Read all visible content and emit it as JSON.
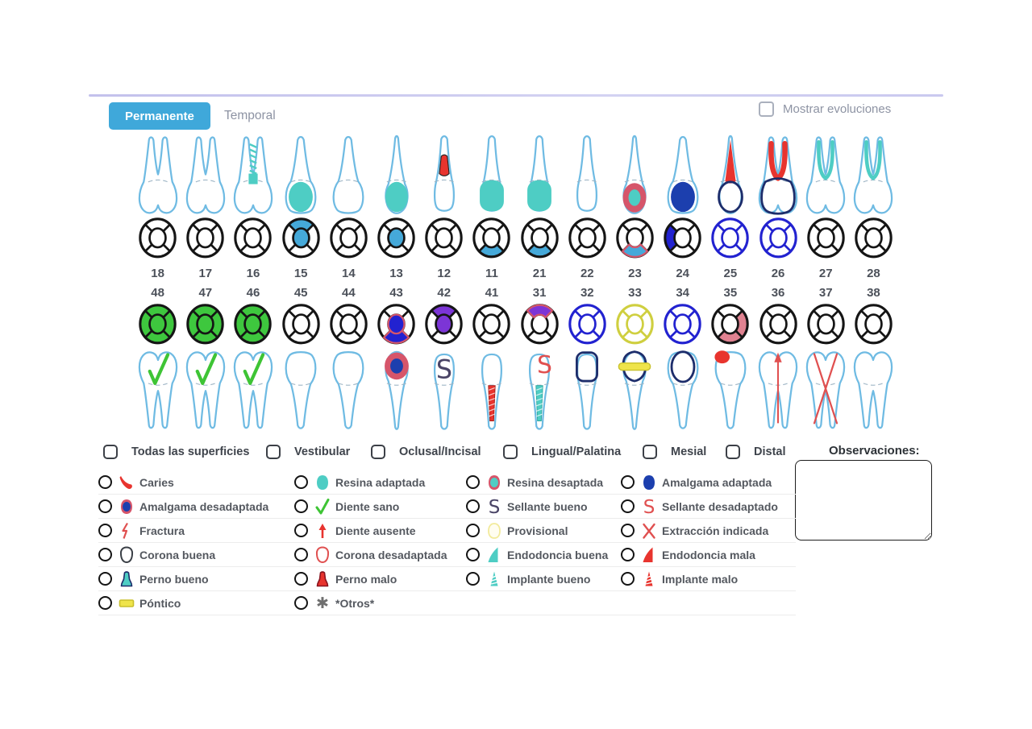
{
  "header": {
    "tab_active": "Permanente",
    "tab_inactive": "Temporal",
    "show_evolutions_label": "Mostrar evoluciones",
    "show_evolutions_checked": false
  },
  "surfaces": {
    "items": [
      "Todas las superficies",
      "Vestibular",
      "Oclusal/Incisal",
      "Lingual/Palatina",
      "Mesial",
      "Distal"
    ],
    "checked": [
      false,
      false,
      false,
      false,
      false,
      false
    ]
  },
  "observations": {
    "label": "Observaciones:",
    "value": ""
  },
  "legend": {
    "selected": null,
    "items": [
      {
        "id": "caries",
        "label": "Caries",
        "icon": "caries"
      },
      {
        "id": "resina-adaptada",
        "label": "Resina adaptada",
        "icon": "blob-teal"
      },
      {
        "id": "resina-desaptada",
        "label": "Resina desaptada",
        "icon": "blob-red-teal"
      },
      {
        "id": "amalgama-adaptada",
        "label": "Amalgama adaptada",
        "icon": "blob-navy"
      },
      {
        "id": "amalgama-desadaptada",
        "label": "Amalgama desadaptada",
        "icon": "blob-red-navy"
      },
      {
        "id": "diente-sano",
        "label": "Diente sano",
        "icon": "check-green"
      },
      {
        "id": "sellante-bueno",
        "label": "Sellante bueno",
        "icon": "s-slate"
      },
      {
        "id": "sellante-desadaptado",
        "label": "Sellante desadaptado",
        "icon": "s-red"
      },
      {
        "id": "fractura",
        "label": "Fractura",
        "icon": "lightning-red"
      },
      {
        "id": "diente-ausente",
        "label": "Diente ausente",
        "icon": "arrow-up-red"
      },
      {
        "id": "provisional",
        "label": "Provisional",
        "icon": "blob-yellow-outline"
      },
      {
        "id": "extraccion-indicada",
        "label": "Extracción indicada",
        "icon": "x-red"
      },
      {
        "id": "corona-buena",
        "label": "Corona buena",
        "icon": "crown-outline-dark"
      },
      {
        "id": "corona-desadaptada",
        "label": "Corona desadaptada",
        "icon": "crown-outline-red"
      },
      {
        "id": "endodoncia-buena",
        "label": "Endodoncia buena",
        "icon": "sail-teal"
      },
      {
        "id": "endodoncia-mala",
        "label": "Endodoncia mala",
        "icon": "sail-red"
      },
      {
        "id": "perno-bueno",
        "label": "Perno bueno",
        "icon": "post-teal"
      },
      {
        "id": "perno-malo",
        "label": "Perno malo",
        "icon": "post-red"
      },
      {
        "id": "implante-bueno",
        "label": "Implante bueno",
        "icon": "screw-teal"
      },
      {
        "id": "implante-malo",
        "label": "Implante malo",
        "icon": "screw-red"
      },
      {
        "id": "pontico",
        "label": "Póntico",
        "icon": "bar-yellow"
      },
      {
        "id": "otros",
        "label": "*Otros*",
        "icon": "asterisk-gray"
      }
    ]
  },
  "chart_data": {
    "type": "odontogram",
    "dentition": "permanente",
    "upper_numbers": [
      "18",
      "17",
      "16",
      "15",
      "14",
      "13",
      "12",
      "11",
      "21",
      "22",
      "23",
      "24",
      "25",
      "26",
      "27",
      "28"
    ],
    "lower_numbers": [
      "48",
      "47",
      "46",
      "45",
      "44",
      "43",
      "42",
      "41",
      "31",
      "32",
      "33",
      "34",
      "35",
      "36",
      "37",
      "38"
    ],
    "teeth": [
      {
        "u": "18",
        "l": "48",
        "shape_u": "molar",
        "shape_l": "molar",
        "marks_u": [],
        "circle_u": {},
        "circle_l": {
          "all": "green"
        },
        "marks_l": [
          "check-green"
        ]
      },
      {
        "u": "17",
        "l": "47",
        "shape_u": "molar",
        "shape_l": "molar",
        "marks_u": [],
        "circle_u": {},
        "circle_l": {
          "all": "green"
        },
        "marks_l": [
          "check-green"
        ]
      },
      {
        "u": "16",
        "l": "46",
        "shape_u": "molar",
        "shape_l": "molar",
        "marks_u": [
          "endo-hatch-teal"
        ],
        "circle_u": {},
        "circle_l": {
          "all": "green"
        },
        "marks_l": [
          "check-green"
        ]
      },
      {
        "u": "15",
        "l": "45",
        "shape_u": "premolar",
        "shape_l": "premolar",
        "marks_u": [
          "crown-teal"
        ],
        "circle_u": {
          "center": "ltblue",
          "top": "ltblue"
        },
        "circle_l": {},
        "marks_l": []
      },
      {
        "u": "14",
        "l": "44",
        "shape_u": "premolar",
        "shape_l": "premolar",
        "marks_u": [],
        "circle_u": {},
        "circle_l": {},
        "marks_l": []
      },
      {
        "u": "13",
        "l": "43",
        "shape_u": "canine",
        "shape_l": "canine",
        "marks_u": [
          "crown-teal"
        ],
        "circle_u": {
          "center": "ltblue"
        },
        "circle_l": {
          "center": "blue|red",
          "bottom": "blue|red"
        },
        "marks_l": [
          "amalgama-desadaptada"
        ]
      },
      {
        "u": "12",
        "l": "42",
        "shape_u": "incisor",
        "shape_l": "incisor",
        "marks_u": [
          "perno-malo"
        ],
        "circle_u": {},
        "circle_l": {
          "center": "purple",
          "top": "purple"
        },
        "marks_l": [
          "sellante-bueno"
        ]
      },
      {
        "u": "11",
        "l": "41",
        "shape_u": "incisor",
        "shape_l": "incisor",
        "marks_u": [
          "crown-teal"
        ],
        "circle_u": {
          "bottom": "ltblue"
        },
        "circle_l": {},
        "marks_l": [
          "implante-malo"
        ]
      },
      {
        "u": "21",
        "l": "31",
        "shape_u": "incisor",
        "shape_l": "incisor",
        "marks_u": [
          "crown-teal"
        ],
        "circle_u": {
          "bottom": "ltblue"
        },
        "circle_l": {
          "top": "purple|red"
        },
        "marks_l": [
          "sellante-desadaptado",
          "implante-bueno"
        ]
      },
      {
        "u": "22",
        "l": "32",
        "shape_u": "incisor",
        "shape_l": "incisor",
        "marks_u": [],
        "circle_u": {},
        "circle_l": {
          "outline": "blue"
        },
        "marks_l": [
          "corona-navy"
        ]
      },
      {
        "u": "23",
        "l": "33",
        "shape_u": "canine",
        "shape_l": "canine",
        "marks_u": [
          "resina-desadaptada"
        ],
        "circle_u": {
          "bottom": "ltblue|red"
        },
        "circle_l": {
          "outline": "yellow"
        },
        "marks_l": [
          "corona-navy",
          "pontico"
        ]
      },
      {
        "u": "24",
        "l": "34",
        "shape_u": "premolar",
        "shape_l": "premolar",
        "marks_u": [
          "crown-navy"
        ],
        "circle_u": {
          "left": "blue"
        },
        "circle_l": {
          "outline": "blue"
        },
        "marks_l": [
          "corona-navy"
        ]
      },
      {
        "u": "25",
        "l": "35",
        "shape_u": "canine",
        "shape_l": "premolar",
        "marks_u": [
          "endo-fill-red",
          "corona-outline"
        ],
        "circle_u": {
          "outline": "blue"
        },
        "circle_l": {
          "right": "pink",
          "bottom": "pink"
        },
        "marks_l": [
          "caries"
        ]
      },
      {
        "u": "26",
        "l": "36",
        "shape_u": "molar",
        "shape_l": "molar",
        "marks_u": [
          "endo-u-red",
          "corona-outline"
        ],
        "circle_u": {
          "outline": "blue"
        },
        "circle_l": {},
        "marks_l": [
          "diente-ausente"
        ]
      },
      {
        "u": "27",
        "l": "37",
        "shape_u": "molar",
        "shape_l": "molar",
        "marks_u": [
          "endo-u-teal"
        ],
        "circle_u": {},
        "circle_l": {},
        "marks_l": [
          "extraccion-indicada"
        ]
      },
      {
        "u": "28",
        "l": "38",
        "shape_u": "molar",
        "shape_l": "molar",
        "marks_u": [
          "endo-u-teal"
        ],
        "circle_u": {},
        "circle_l": {},
        "marks_l": []
      }
    ]
  },
  "colors": {
    "accent_blue": "#3fa8da",
    "tooth_outline": "#6fbbe3",
    "teal": "#4ecdc4",
    "navy_fill": "#1c3fae",
    "royal_blue": "#2222d0",
    "light_blue": "#45a9d9",
    "green": "#3ec73e",
    "green_check": "#3ec435",
    "red": "#e8342e",
    "red_ring": "#d6556a",
    "red_x": "#e05050",
    "purple": "#7c35d6",
    "pink": "#e08291",
    "yellow": "#efe44b",
    "yellow_outline": "#cfcf3f",
    "crown_navy": "#1d2d6b",
    "slate": "#4a4466",
    "text_dark": "#3f444c",
    "text_gray": "#8d93a3"
  }
}
